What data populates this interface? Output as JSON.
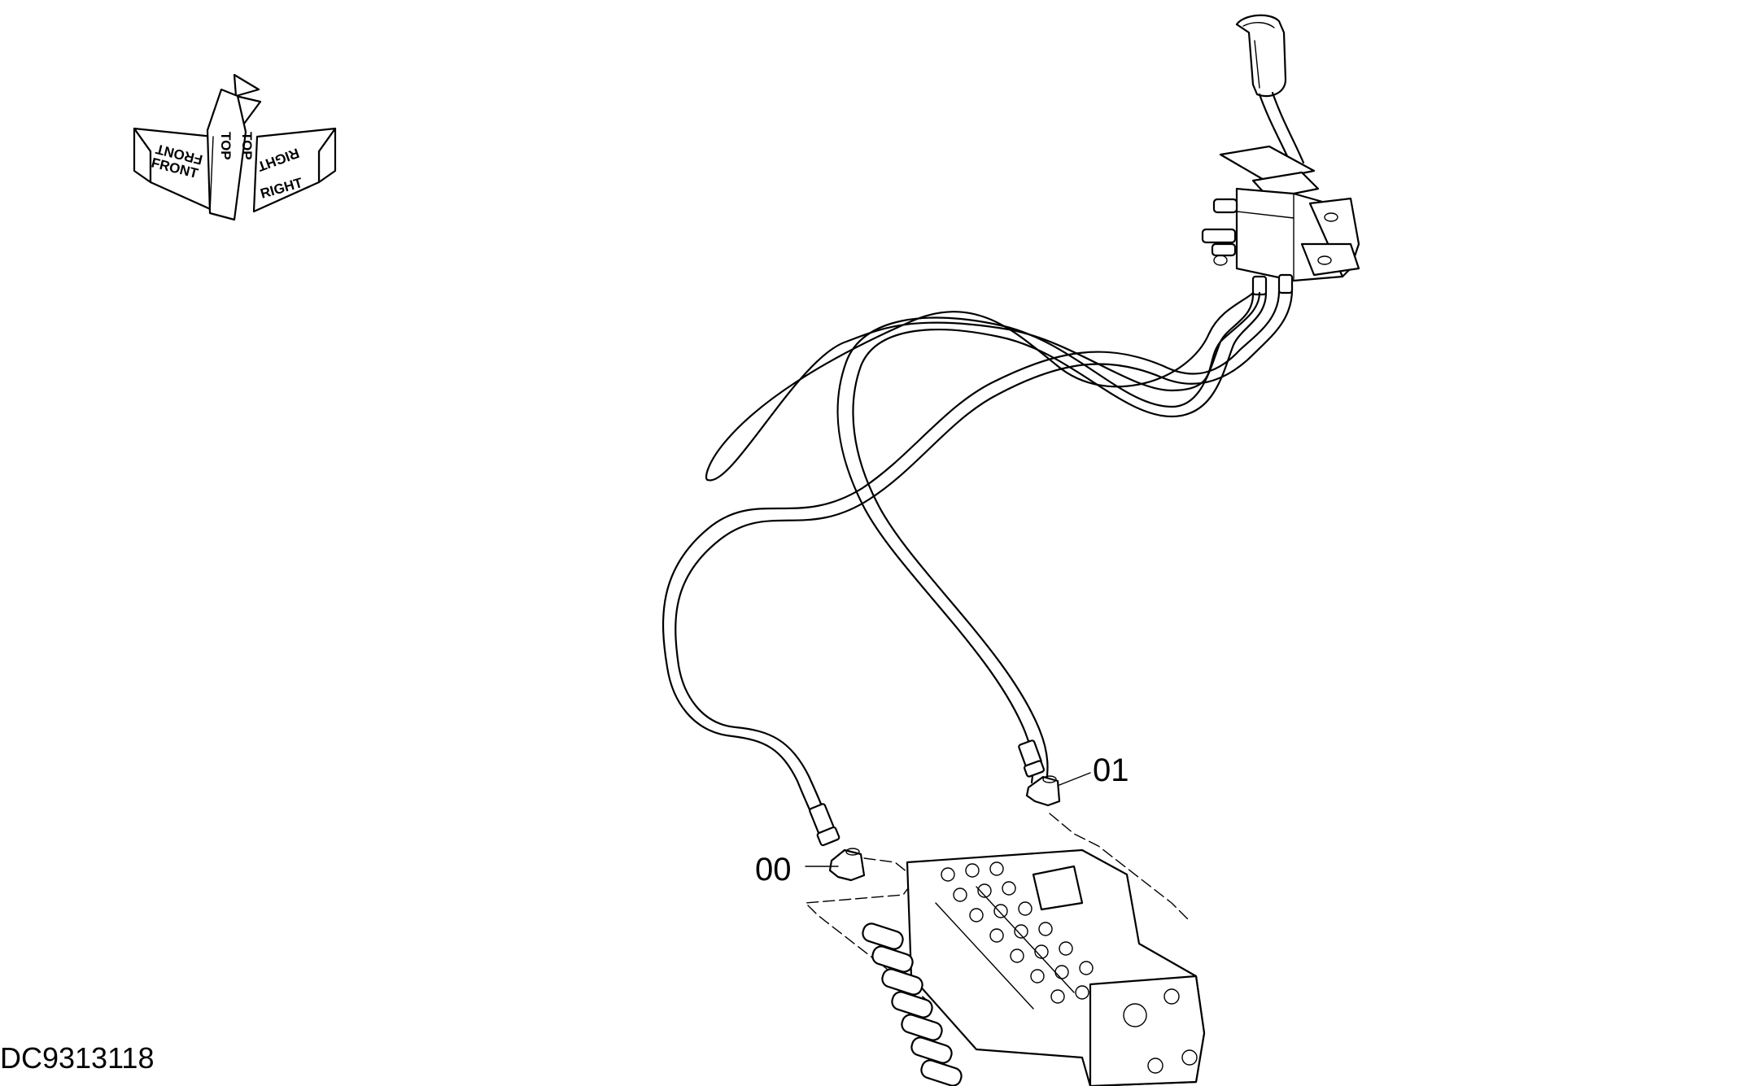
{
  "diagram": {
    "part_labels": [
      "00",
      "01"
    ],
    "orientation": {
      "front": "FRONT",
      "top": "TOP",
      "right": "RIGHT"
    },
    "drawing_code": "DC9313118"
  }
}
